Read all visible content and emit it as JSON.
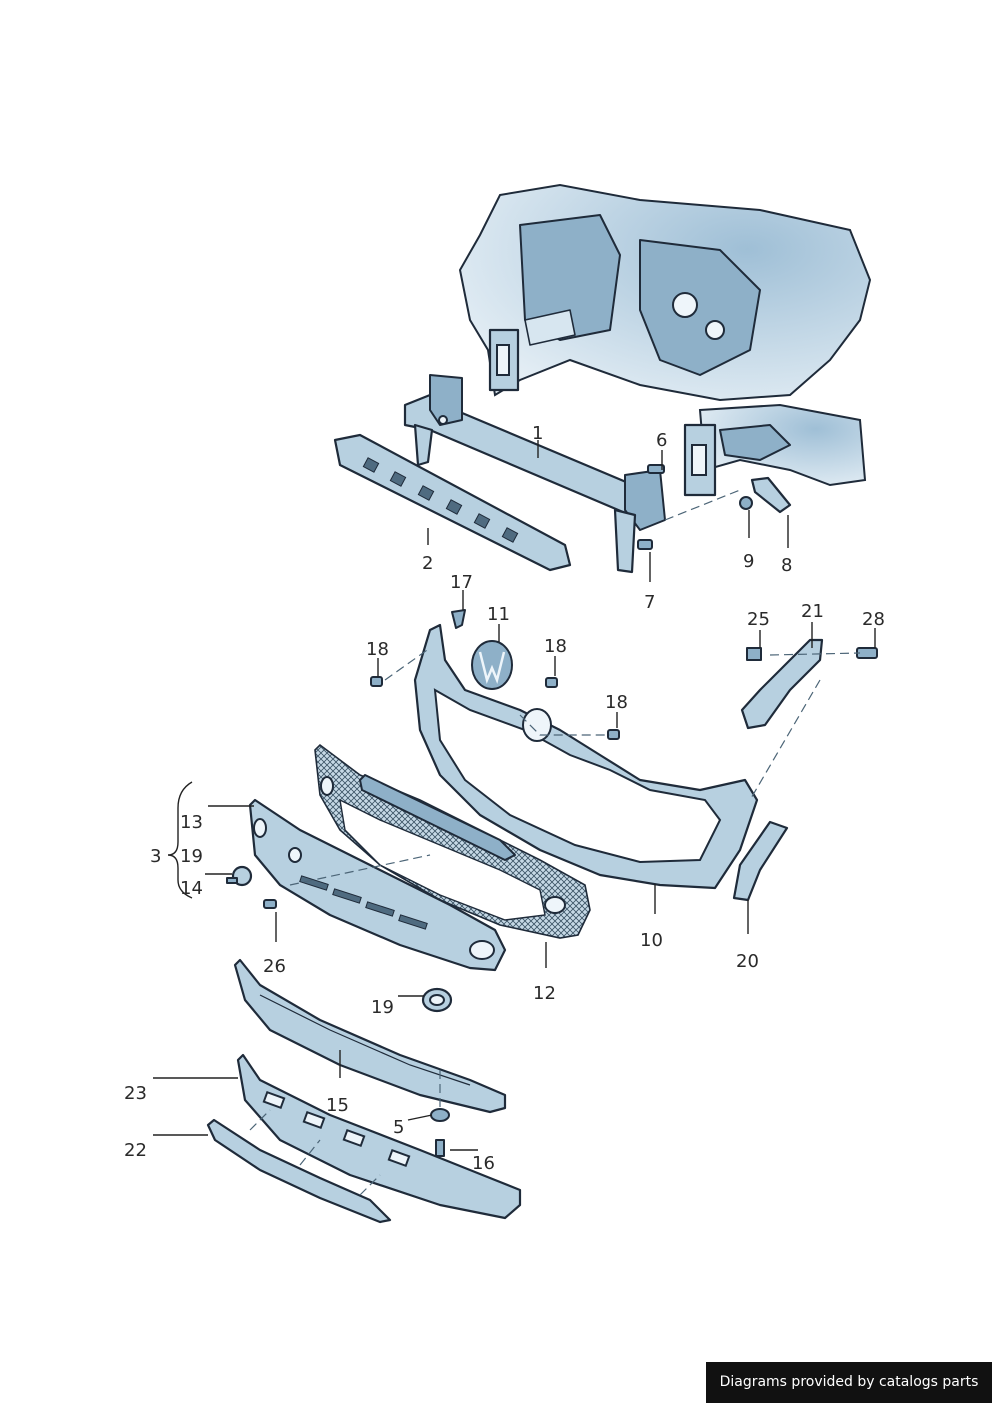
{
  "diagram": {
    "callouts": [
      {
        "label": "1"
      },
      {
        "label": "2"
      },
      {
        "label": "3"
      },
      {
        "label": "5"
      },
      {
        "label": "6"
      },
      {
        "label": "7"
      },
      {
        "label": "8"
      },
      {
        "label": "9"
      },
      {
        "label": "10"
      },
      {
        "label": "11"
      },
      {
        "label": "12"
      },
      {
        "label": "13"
      },
      {
        "label": "14"
      },
      {
        "label": "15"
      },
      {
        "label": "16"
      },
      {
        "label": "17"
      },
      {
        "label": "18"
      },
      {
        "label": "18"
      },
      {
        "label": "18"
      },
      {
        "label": "19"
      },
      {
        "label": "19"
      },
      {
        "label": "20"
      },
      {
        "label": "21"
      },
      {
        "label": "22"
      },
      {
        "label": "23"
      },
      {
        "label": "25"
      },
      {
        "label": "26"
      },
      {
        "label": "28"
      }
    ],
    "colors": {
      "part_fill": "#b7d0e0",
      "part_shade": "#8eb0c8",
      "outline": "#1f2b3a",
      "credit_bg": "#111111"
    }
  },
  "footer": {
    "credit": "Diagrams provided by catalogs parts"
  }
}
